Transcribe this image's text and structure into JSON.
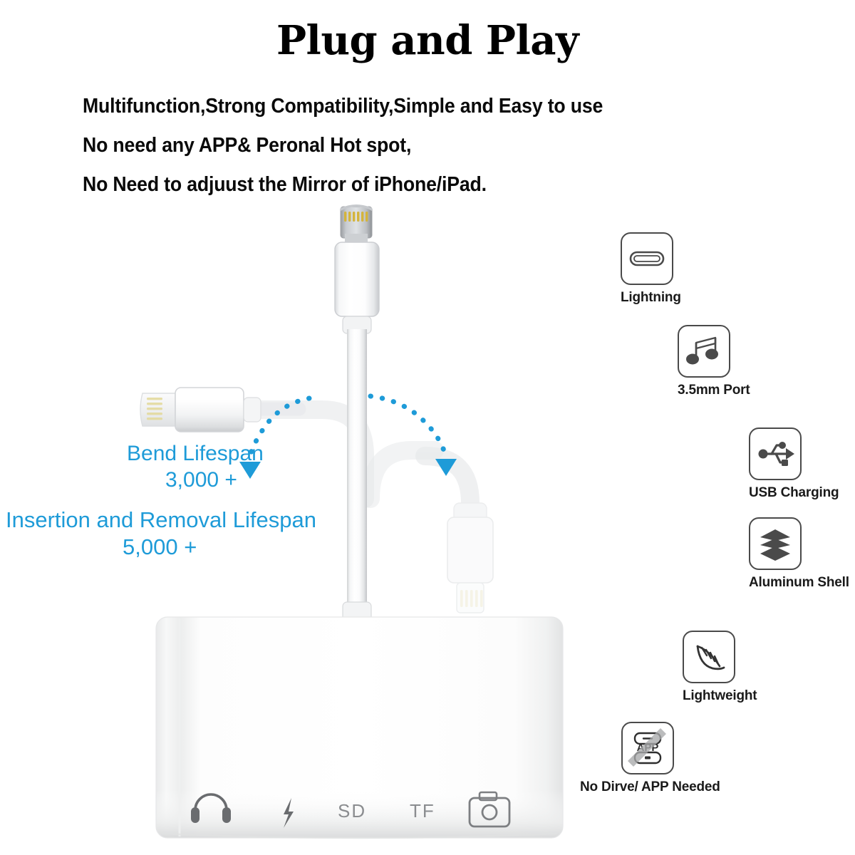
{
  "header": {
    "title": "Plug and Play",
    "lines": [
      "Multifunction,Strong Compatibility,Simple and Easy to use",
      "No need any APP& Peronal Hot spot,",
      "No Need to adjuust the Mirror of iPhone/iPad."
    ]
  },
  "annotations": {
    "bend_label": "Bend Lifespan",
    "bend_value": "3,000 +",
    "insertion_label": "Insertion and Removal Lifespan",
    "insertion_value": "5,000 +",
    "color": "#1E9BD8"
  },
  "features": [
    {
      "label": "Lightning",
      "icon": "lightning-port-icon"
    },
    {
      "label": "3.5mm Port",
      "icon": "music-note-icon"
    },
    {
      "label": "USB Charging",
      "icon": "usb-trident-icon"
    },
    {
      "label": "Aluminum Shell",
      "icon": "stacked-layers-icon"
    },
    {
      "label": "Lightweight",
      "icon": "feather-icon"
    },
    {
      "label": "No Dirve/ APP Needed",
      "icon": "app-crossed-out-icon"
    }
  ],
  "app_icon_text": "APP",
  "adapter_ports": [
    {
      "label": "",
      "icon": "headphone-icon"
    },
    {
      "label": "",
      "icon": "lightning-bolt-icon"
    },
    {
      "label": "SD",
      "icon": "text-label"
    },
    {
      "label": "TF",
      "icon": "text-label"
    },
    {
      "label": "",
      "icon": "camera-icon"
    }
  ],
  "colors": {
    "accent_blue": "#1E9BD8",
    "icon_gray": "#4a4a4a",
    "port_gray": "#8b8d90",
    "text_black": "#0a0a0a"
  }
}
